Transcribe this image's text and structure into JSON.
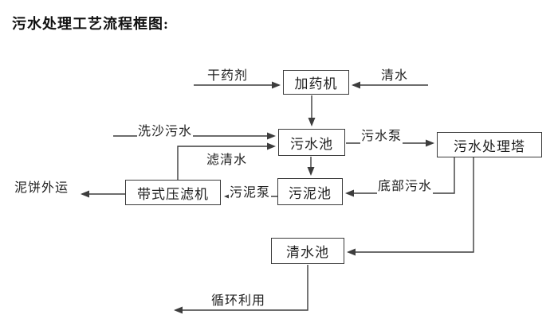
{
  "title": "污水处理工艺流程框图:",
  "nodes": {
    "dosing_machine": "加药机",
    "sewage_pool": "污水池",
    "treatment_tower": "污水处理塔",
    "sludge_pool": "污泥池",
    "belt_filter_press": "带式压滤机",
    "clean_water_pool": "清水池"
  },
  "labels": {
    "dry_agent": "干药剂",
    "clean_water": "清水",
    "sand_washing_sewage": "洗沙污水",
    "sewage_pump": "污水泵",
    "filtered_water": "滤清水",
    "mud_cake_out": "泥饼外运",
    "sludge_pump": "污泥泵",
    "bottom_sewage": "底部污水",
    "recycle_use": "循环利用"
  },
  "edges": [
    {
      "from": "干药剂(外部)",
      "to": "加药机",
      "label": "干药剂"
    },
    {
      "from": "清水(外部)",
      "to": "加药机",
      "label": "清水"
    },
    {
      "from": "加药机",
      "to": "污水池",
      "label": ""
    },
    {
      "from": "洗沙污水(外部)",
      "to": "污水池",
      "label": "洗沙污水"
    },
    {
      "from": "带式压滤机",
      "to": "污水池",
      "label": "滤清水"
    },
    {
      "from": "污水池",
      "to": "污水处理塔",
      "label": "污水泵"
    },
    {
      "from": "污水池",
      "to": "污泥池",
      "label": ""
    },
    {
      "from": "污水处理塔",
      "to": "污泥池",
      "label": "底部污水"
    },
    {
      "from": "污泥池",
      "to": "带式压滤机",
      "label": "污泥泵"
    },
    {
      "from": "带式压滤机",
      "to": "泥饼外运",
      "label": "泥饼外运"
    },
    {
      "from": "污水处理塔",
      "to": "清水池",
      "label": ""
    },
    {
      "from": "清水池",
      "to": "循环利用",
      "label": "循环利用"
    }
  ],
  "colors": {
    "line": "#3d3d3d",
    "text": "#1f1f1f",
    "background": "#ffffff"
  }
}
